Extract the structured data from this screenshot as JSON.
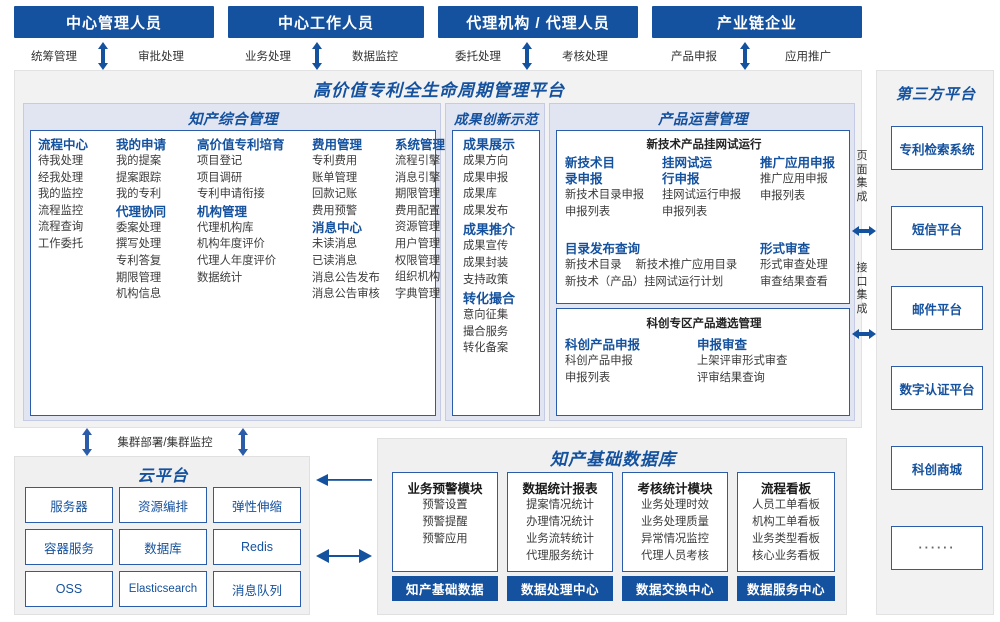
{
  "roles": {
    "items": [
      {
        "label": "中心管理人员",
        "flow_left": "统筹管理",
        "flow_right": "审批处理"
      },
      {
        "label": "中心工作人员",
        "flow_left": "业务处理",
        "flow_right": "数据监控"
      },
      {
        "label": "代理机构 / 代理人员",
        "flow_left": "委托处理",
        "flow_right": "考核处理"
      },
      {
        "label": "产业链企业",
        "flow_left": "产品申报",
        "flow_right": "应用推广"
      }
    ]
  },
  "platform": {
    "title": "高价值专利全生命周期管理平台",
    "sections": {
      "ip_mgmt": {
        "title": "知产综合管理",
        "columns": [
          {
            "groups": [
              {
                "header": "流程中心",
                "items": [
                  "待我处理",
                  "经我处理",
                  "我的监控",
                  "流程监控",
                  "流程查询",
                  "工作委托"
                ]
              }
            ]
          },
          {
            "groups": [
              {
                "header": "我的申请",
                "items": [
                  "我的提案",
                  "提案跟踪",
                  "我的专利"
                ]
              },
              {
                "header": "代理协同",
                "items": [
                  "委案处理",
                  "撰写处理",
                  "专利答复",
                  "期限管理",
                  "机构信息"
                ]
              }
            ]
          },
          {
            "groups": [
              {
                "header": "高价值专利培育",
                "items": [
                  "项目登记",
                  "项目调研",
                  "专利申请衔接"
                ]
              },
              {
                "header": "机构管理",
                "items": [
                  "代理机构库",
                  "机构年度评价",
                  "代理人年度评价",
                  "数据统计"
                ]
              }
            ]
          },
          {
            "groups": [
              {
                "header": "费用管理",
                "items": [
                  "专利费用",
                  "账单管理",
                  "回款记账",
                  "费用预警"
                ]
              },
              {
                "header": "消息中心",
                "items": [
                  "未读消息",
                  "已读消息",
                  "消息公告发布",
                  "消息公告审核"
                ]
              }
            ]
          },
          {
            "groups": [
              {
                "header": "系统管理",
                "items": [
                  "流程引擎",
                  "消息引擎",
                  "期限管理",
                  "费用配置",
                  "资源管理",
                  "用户管理",
                  "权限管理",
                  "组织机构",
                  "字典管理"
                ]
              }
            ]
          }
        ]
      },
      "achievement": {
        "title": "成果创新示范",
        "groups": [
          {
            "header": "成果展示",
            "items": [
              "成果方向",
              "成果申报",
              "成果库",
              "成果发布"
            ]
          },
          {
            "header": "成果推介",
            "items": [
              "成果宣传",
              "成果封装",
              "支持政策"
            ]
          },
          {
            "header": "转化撮合",
            "items": [
              "意向征集",
              "撮合服务",
              "转化备案"
            ]
          }
        ]
      },
      "product_ops": {
        "title": "产品运营管理",
        "box1": {
          "title": "新技术产品挂网试运行",
          "columns": [
            {
              "header": "新技术目录申报",
              "items": [
                "新技术目录申报",
                "申报列表"
              ]
            },
            {
              "header": "挂网试运行申报",
              "items": [
                "挂网试运行申报",
                "申报列表"
              ]
            },
            {
              "header": "推广应用申报",
              "items": [
                "推广应用申报",
                "申报列表"
              ]
            }
          ],
          "row2": [
            {
              "header": "目录发布查询",
              "items": [
                "新技术目录",
                "新技术推广应用目录",
                "新技术（产品）挂网试运行计划"
              ]
            },
            {
              "header": "形式审查",
              "items": [
                "形式审查处理",
                "审查结果查看"
              ]
            }
          ]
        },
        "box2": {
          "title": "科创专区产品遴选管理",
          "columns": [
            {
              "header": "科创产品申报",
              "items": [
                "科创产品申报",
                "申报列表"
              ]
            },
            {
              "header": "申报审查",
              "items": [
                "上架评审形式审查",
                "评审结果查询"
              ]
            }
          ]
        }
      }
    }
  },
  "integration": {
    "page_integration": "页面集成",
    "api_integration": "接口集成"
  },
  "third_party": {
    "title": "第三方平台",
    "items": [
      "专利检索系统",
      "短信平台",
      "邮件平台",
      "数字认证平台",
      "科创商城",
      "······"
    ]
  },
  "cloud": {
    "connector_label": "集群部署/集群监控",
    "title": "云平台",
    "cells": [
      "服务器",
      "资源编排",
      "弹性伸缩",
      "容器服务",
      "数据库",
      "Redis",
      "OSS",
      "Elasticsearch",
      "消息队列"
    ]
  },
  "database": {
    "title": "知产基础数据库",
    "columns": [
      {
        "header": "业务预警模块",
        "items": [
          "预警设置",
          "预警提醒",
          "预警应用"
        ],
        "footer": "知产基础数据"
      },
      {
        "header": "数据统计报表",
        "items": [
          "提案情况统计",
          "办理情况统计",
          "业务流转统计",
          "代理服务统计"
        ],
        "footer": "数据处理中心"
      },
      {
        "header": "考核统计模块",
        "items": [
          "业务处理时效",
          "业务处理质量",
          "异常情况监控",
          "代理人员考核"
        ],
        "footer": "数据交换中心"
      },
      {
        "header": "流程看板",
        "items": [
          "人员工单看板",
          "机构工单看板",
          "业务类型看板",
          "核心业务看板"
        ],
        "footer": "数据服务中心"
      }
    ]
  },
  "colors": {
    "brand_blue": "#14519E",
    "border_blue": "#2A5CAA",
    "panel_lavender": "#E1E4F1",
    "panel_grey": "#F2F2F2"
  }
}
